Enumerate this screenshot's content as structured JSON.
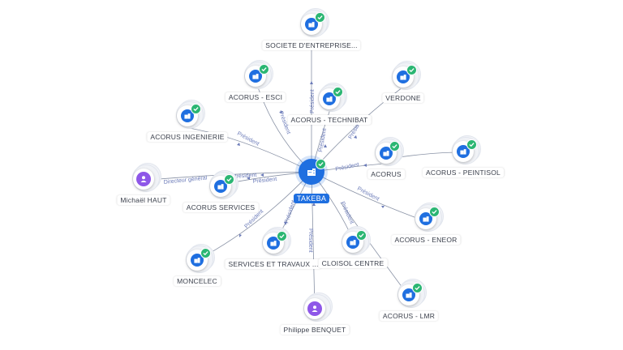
{
  "center": {
    "label": "TAKEBA"
  },
  "nodes": {
    "societe": {
      "label": "SOCIETE D'ENTREPRISE..."
    },
    "esci": {
      "label": "ACORUS - ESCI"
    },
    "technibat": {
      "label": "ACORUS - TECHNIBAT"
    },
    "verdone": {
      "label": "VERDONE"
    },
    "ingenierie": {
      "label": "ACORUS INGENIERIE"
    },
    "acorus": {
      "label": "ACORUS"
    },
    "peintisol": {
      "label": "ACORUS - PEINTISOL"
    },
    "michael": {
      "label": "Michaël HAUT"
    },
    "services": {
      "label": "ACORUS SERVICES"
    },
    "eneor": {
      "label": "ACORUS - ENEOR"
    },
    "moncelec": {
      "label": "MONCELEC"
    },
    "travaux": {
      "label": "SERVICES ET TRAVAUX ..."
    },
    "cloisol": {
      "label": "CLOISOL CENTRE"
    },
    "lmr": {
      "label": "ACORUS - LMR"
    },
    "philippe": {
      "label": "Philippe BENQUET"
    }
  },
  "edges": {
    "societe": "Président",
    "esci": "Président",
    "technibat": "Président",
    "verdone": "Président",
    "ingenierie": "Président",
    "acorus": "Président",
    "michael": "Directeur général",
    "services_a": "Président",
    "services_b": "Président",
    "eneor": "Président",
    "moncelec": "Président",
    "travaux": "Président",
    "cloisol": "Président",
    "philippe": "Président"
  },
  "icons": {
    "company": "building-icon",
    "person": "person-icon",
    "verified": "check-icon"
  },
  "colors": {
    "company": "#1f6fe0",
    "person": "#8e57e8",
    "verified": "#2bb673",
    "edge": "#8a93a6"
  }
}
